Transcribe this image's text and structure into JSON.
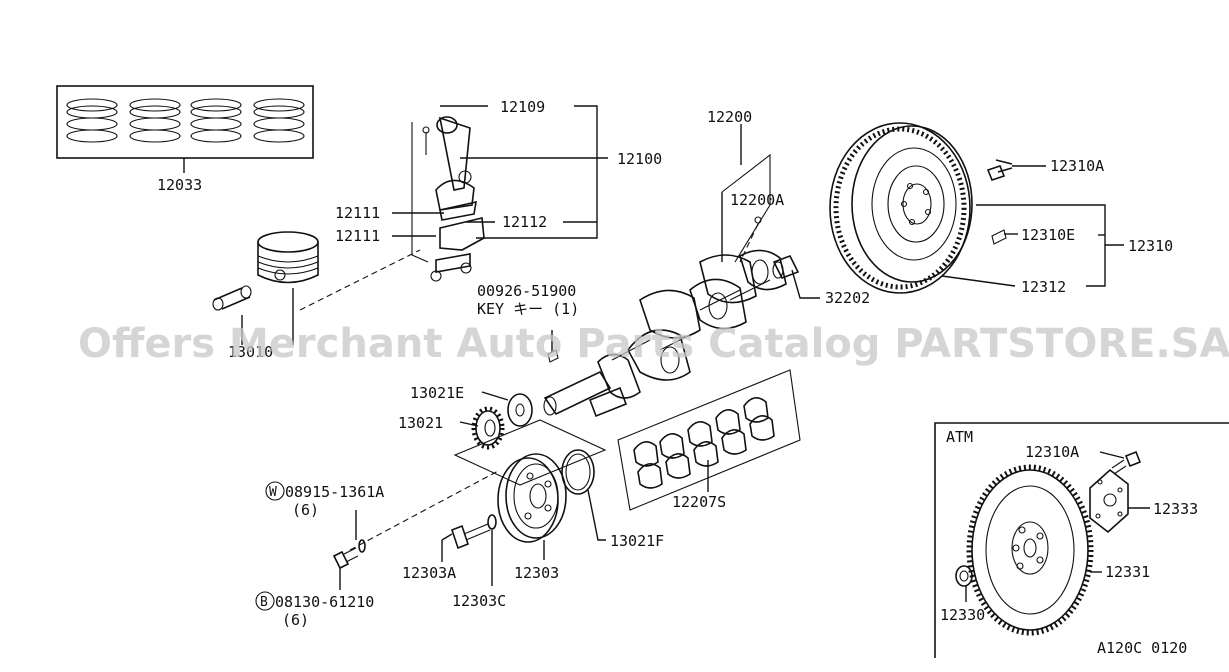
{
  "labels": {
    "p12033": "12033",
    "p12109": "12109",
    "p12100": "12100",
    "p12111a": "12111",
    "p12111b": "12111",
    "p12112": "12112",
    "p13010": "13010",
    "key_no": "00926-51900",
    "key_text": "KEY キー (1)",
    "p12200": "12200",
    "p12200a": "12200A",
    "p32202": "32202",
    "p12310a": "12310A",
    "p12310e": "12310E",
    "p12310": "12310",
    "p12312": "12312",
    "p13021e": "13021E",
    "p13021": "13021",
    "p12207s": "12207S",
    "washer_part": "08915-1361A",
    "washer_qty": "(6)",
    "bolt_part": "08130-61210",
    "bolt_qty": "(6)",
    "p12303a": "12303A",
    "p12303": "12303",
    "p12303c": "12303C",
    "p13021f": "13021F",
    "atm_title": "ATM",
    "atm_12310a": "12310A",
    "atm_12333": "12333",
    "atm_12331": "12331",
    "atm_12330": "12330",
    "diagram_code": "A120C 0120",
    "circle_w": "W",
    "circle_b": "B"
  },
  "watermark": "Offers Merchant Auto Parts Catalog PARTSTORE.SA"
}
